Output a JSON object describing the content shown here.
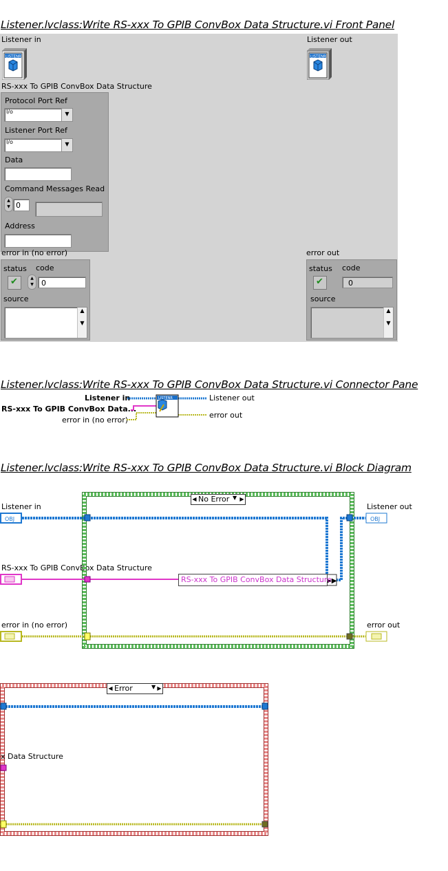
{
  "front_panel": {
    "title": "Listener.lvclass:Write RS-xxx To GPIB ConvBox Data Structure.vi Front Panel",
    "listener_in_label": "Listener in",
    "listener_out_label": "Listener out",
    "icon_text": "LISTENR",
    "cluster_label": "RS-xxx To GPIB ConvBox Data Structure",
    "protocol_port_ref_label": "Protocol Port Ref",
    "listener_port_ref_label": "Listener Port Ref",
    "io_glyph": "I/o",
    "data_label": "Data",
    "command_messages_read_label": "Command Messages Read",
    "command_index_value": "0",
    "address_label": "Address",
    "error_in_label": "error in (no error)",
    "error_out_label": "error out",
    "status_label": "status",
    "code_label": "code",
    "source_label": "source",
    "code_in_value": "0",
    "code_out_value": "0"
  },
  "connector_pane": {
    "title": "Listener.lvclass:Write RS-xxx To GPIB ConvBox Data Structure.vi Connector Pane",
    "listener_in": "Listener in",
    "cluster_in": "RS-xxx To GPIB ConvBox Data...",
    "error_in": "error in (no error)",
    "listener_out": "Listener out",
    "error_out": "error out"
  },
  "block_diagram": {
    "title": "Listener.lvclass:Write RS-xxx To GPIB ConvBox Data Structure.vi Block Diagram",
    "listener_in": "Listener in",
    "listener_out": "Listener out",
    "cluster_in": "RS-xxx To GPIB ConvBox Data Structure",
    "error_in": "error in (no error)",
    "error_out": "error out",
    "case_no_error": "No Error",
    "case_error": "Error",
    "bundle_label": "RS-xxx To GPIB ConvBox Data Structure",
    "obj_terminal": "OBJ",
    "error_case_partial_label": "x Data Structure"
  },
  "colors": {
    "panel_gray": "#d4d4d4",
    "cluster_gray": "#a9a9a9",
    "wire_blue": "#1e78d2",
    "wire_pink": "#e036c8",
    "wire_yellow": "#b8b820",
    "case_green": "#5cbc5c",
    "case_red": "#d85a5a"
  }
}
